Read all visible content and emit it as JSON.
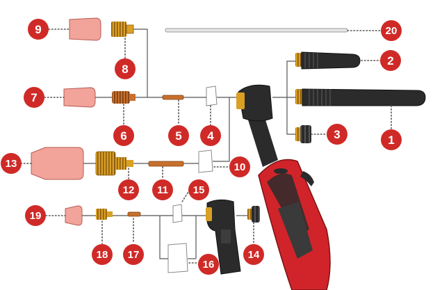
{
  "colors": {
    "badge": "#cf2a27",
    "badge_text": "#ffffff",
    "nozzle": "#f2a49a",
    "nozzle_edge": "#b85a52",
    "brass": "#d9a024",
    "copper": "#c8702c",
    "insulator": "#ffffff",
    "leader": "#555555",
    "cap_black": "#2b2b2b",
    "handle_red": "#d1242a"
  },
  "parts": [
    {
      "id": "p1",
      "number": "1",
      "name": "long-back-cap"
    },
    {
      "id": "p2",
      "number": "2",
      "name": "medium-back-cap"
    },
    {
      "id": "p3",
      "number": "3",
      "name": "short-back-cap"
    },
    {
      "id": "p4",
      "number": "4",
      "name": "insulator"
    },
    {
      "id": "p5",
      "number": "5",
      "name": "collet"
    },
    {
      "id": "p6",
      "number": "6",
      "name": "collet-body"
    },
    {
      "id": "p7",
      "number": "7",
      "name": "ceramic-nozzle"
    },
    {
      "id": "p8",
      "number": "8",
      "name": "gas-lens-collet-body"
    },
    {
      "id": "p9",
      "number": "9",
      "name": "gas-lens-nozzle"
    },
    {
      "id": "p10",
      "number": "10",
      "name": "large-insulator"
    },
    {
      "id": "p11",
      "number": "11",
      "name": "large-collet"
    },
    {
      "id": "p12",
      "number": "12",
      "name": "large-gas-lens"
    },
    {
      "id": "p13",
      "number": "13",
      "name": "large-ceramic-nozzle"
    },
    {
      "id": "p14",
      "number": "14",
      "name": "stubby-back-cap"
    },
    {
      "id": "p15",
      "number": "15",
      "name": "stubby-insulator"
    },
    {
      "id": "p16",
      "number": "16",
      "name": "stubby-insulator-large"
    },
    {
      "id": "p17",
      "number": "17",
      "name": "stubby-collet"
    },
    {
      "id": "p18",
      "number": "18",
      "name": "stubby-collet-body"
    },
    {
      "id": "p19",
      "number": "19",
      "name": "stubby-nozzle"
    },
    {
      "id": "p20",
      "number": "20",
      "name": "tungsten-electrode"
    }
  ]
}
